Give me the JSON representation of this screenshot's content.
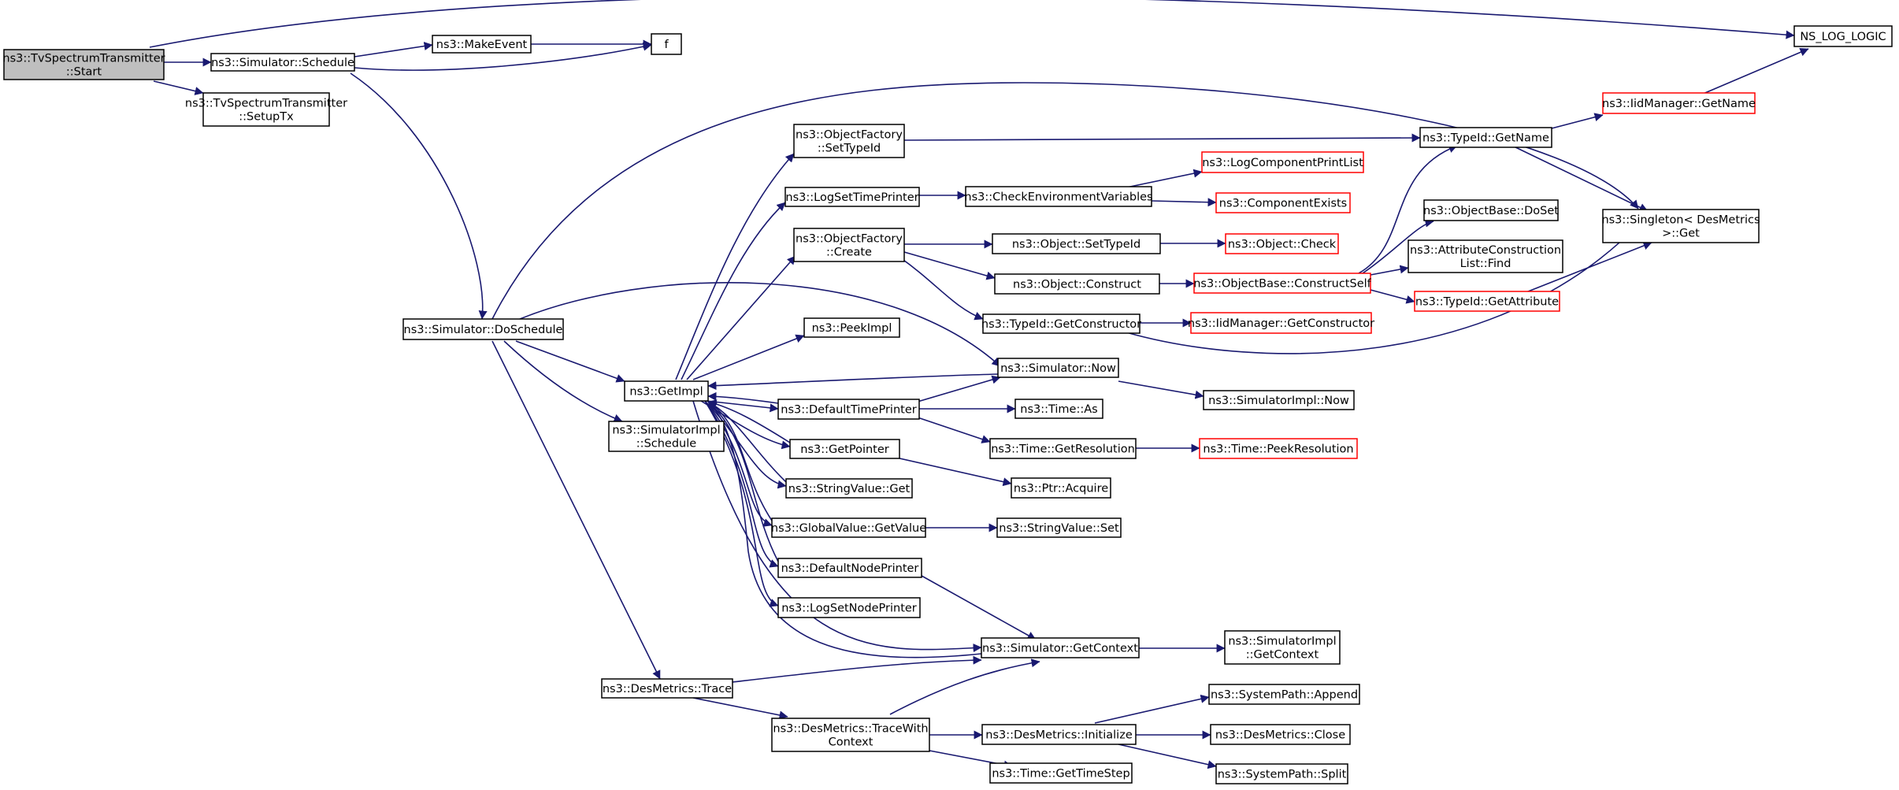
{
  "nodes": {
    "start": {
      "lines": [
        "ns3::TvSpectrumTransmitter",
        "::Start"
      ],
      "kind": "root"
    },
    "sched": {
      "lines": [
        "ns3::Simulator::Schedule"
      ],
      "kind": "normal"
    },
    "makeevent": {
      "lines": [
        "ns3::MakeEvent"
      ],
      "kind": "normal"
    },
    "f": {
      "lines": [
        "f"
      ],
      "kind": "normal"
    },
    "nslog": {
      "lines": [
        "NS_LOG_LOGIC"
      ],
      "kind": "normal"
    },
    "setuptx": {
      "lines": [
        "ns3::TvSpectrumTransmitter",
        "::SetupTx"
      ],
      "kind": "normal"
    },
    "dosched": {
      "lines": [
        "ns3::Simulator::DoSchedule"
      ],
      "kind": "normal"
    },
    "getimpl": {
      "lines": [
        "ns3::GetImpl"
      ],
      "kind": "normal"
    },
    "simimplsched": {
      "lines": [
        "ns3::SimulatorImpl",
        "::Schedule"
      ],
      "kind": "normal"
    },
    "dmtrace": {
      "lines": [
        "ns3::DesMetrics::Trace"
      ],
      "kind": "normal"
    },
    "dmtracectx": {
      "lines": [
        "ns3::DesMetrics::TraceWith",
        "Context"
      ],
      "kind": "normal"
    },
    "ofsettid": {
      "lines": [
        "ns3::ObjectFactory",
        "::SetTypeId"
      ],
      "kind": "normal"
    },
    "logsettp": {
      "lines": [
        "ns3::LogSetTimePrinter"
      ],
      "kind": "normal"
    },
    "ofcreate": {
      "lines": [
        "ns3::ObjectFactory",
        "::Create"
      ],
      "kind": "normal"
    },
    "peekimpl": {
      "lines": [
        "ns3::PeekImpl"
      ],
      "kind": "normal"
    },
    "deftp": {
      "lines": [
        "ns3::DefaultTimePrinter"
      ],
      "kind": "normal"
    },
    "getptr": {
      "lines": [
        "ns3::GetPointer"
      ],
      "kind": "normal"
    },
    "svget": {
      "lines": [
        "ns3::StringValue::Get"
      ],
      "kind": "normal"
    },
    "gvget": {
      "lines": [
        "ns3::GlobalValue::GetValue"
      ],
      "kind": "normal"
    },
    "defnp": {
      "lines": [
        "ns3::DefaultNodePrinter"
      ],
      "kind": "normal"
    },
    "logsetnp": {
      "lines": [
        "ns3::LogSetNodePrinter"
      ],
      "kind": "normal"
    },
    "checkenv": {
      "lines": [
        "ns3::CheckEnvironmentVariables"
      ],
      "kind": "normal"
    },
    "objsettid": {
      "lines": [
        "ns3::Object::SetTypeId"
      ],
      "kind": "normal"
    },
    "objconstruct": {
      "lines": [
        "ns3::Object::Construct"
      ],
      "kind": "normal"
    },
    "tidgetctor": {
      "lines": [
        "ns3::TypeId::GetConstructor"
      ],
      "kind": "normal"
    },
    "simnow": {
      "lines": [
        "ns3::Simulator::Now"
      ],
      "kind": "normal"
    },
    "timeas": {
      "lines": [
        "ns3::Time::As"
      ],
      "kind": "normal"
    },
    "timegetres": {
      "lines": [
        "ns3::Time::GetResolution"
      ],
      "kind": "normal"
    },
    "ptracq": {
      "lines": [
        "ns3::Ptr::Acquire"
      ],
      "kind": "normal"
    },
    "svset": {
      "lines": [
        "ns3::StringValue::Set"
      ],
      "kind": "normal"
    },
    "simgetctx": {
      "lines": [
        "ns3::Simulator::GetContext"
      ],
      "kind": "normal"
    },
    "dminit": {
      "lines": [
        "ns3::DesMetrics::Initialize"
      ],
      "kind": "normal"
    },
    "timegetstep": {
      "lines": [
        "ns3::Time::GetTimeStep"
      ],
      "kind": "normal"
    },
    "logcpl": {
      "lines": [
        "ns3::LogComponentPrintList"
      ],
      "kind": "ext"
    },
    "compexists": {
      "lines": [
        "ns3::ComponentExists"
      ],
      "kind": "ext"
    },
    "objcheck": {
      "lines": [
        "ns3::Object::Check"
      ],
      "kind": "ext"
    },
    "obconstructself": {
      "lines": [
        "ns3::ObjectBase::ConstructSelf"
      ],
      "kind": "ext"
    },
    "iidgetctor": {
      "lines": [
        "ns3::IidManager::GetConstructor"
      ],
      "kind": "ext"
    },
    "simimplnow": {
      "lines": [
        "ns3::SimulatorImpl::Now"
      ],
      "kind": "normal"
    },
    "timepeekres": {
      "lines": [
        "ns3::Time::PeekResolution"
      ],
      "kind": "ext"
    },
    "simimplgetctx": {
      "lines": [
        "ns3::SimulatorImpl",
        "::GetContext"
      ],
      "kind": "normal"
    },
    "spappend": {
      "lines": [
        "ns3::SystemPath::Append"
      ],
      "kind": "normal"
    },
    "dmclose": {
      "lines": [
        "ns3::DesMetrics::Close"
      ],
      "kind": "normal"
    },
    "spsplit": {
      "lines": [
        "ns3::SystemPath::Split"
      ],
      "kind": "normal"
    },
    "tidgetname": {
      "lines": [
        "ns3::TypeId::GetName"
      ],
      "kind": "normal"
    },
    "obdoset": {
      "lines": [
        "ns3::ObjectBase::DoSet"
      ],
      "kind": "normal"
    },
    "aclfind": {
      "lines": [
        "ns3::AttributeConstruction",
        "List::Find"
      ],
      "kind": "normal"
    },
    "tidgetattr": {
      "lines": [
        "ns3::TypeId::GetAttribute"
      ],
      "kind": "ext"
    },
    "iidgetname": {
      "lines": [
        "ns3::IidManager::GetName"
      ],
      "kind": "ext"
    },
    "singleton": {
      "lines": [
        "ns3::Singleton< DesMetrics",
        " >::Get"
      ],
      "kind": "normal"
    }
  },
  "colors": {
    "edge": "#191970",
    "node_border": "#000000",
    "ext_border": "#ff0000",
    "root_fill": "#bfbfbf"
  }
}
